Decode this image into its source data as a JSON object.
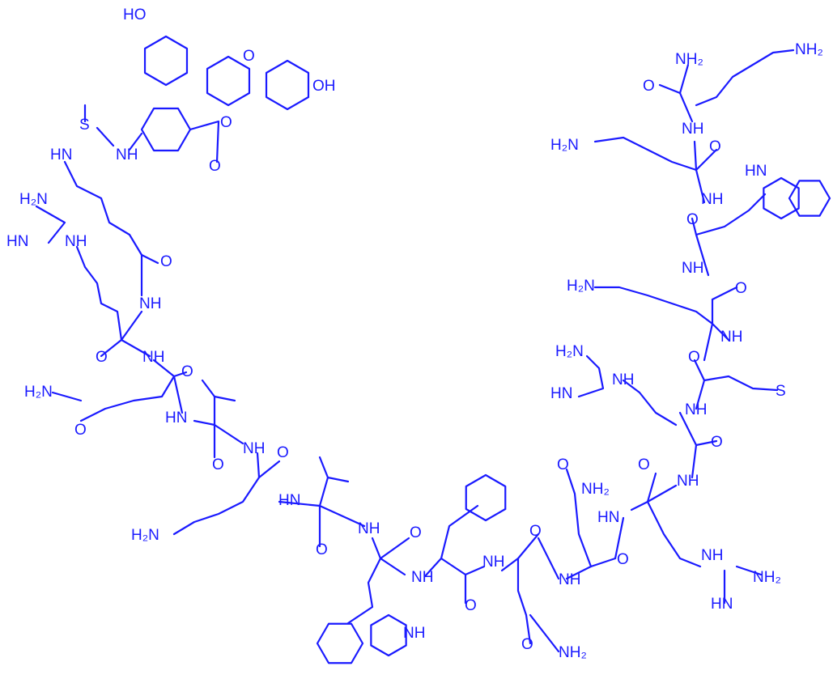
{
  "title": "Fluorescein-labeled peptide structure",
  "color": "#1a1aff",
  "atom_labels": [
    "HO",
    "O",
    "OH",
    "O",
    "O",
    "S",
    "HN",
    "NH",
    "H₂N",
    "HN",
    "NH",
    "O",
    "NH",
    "O",
    "NH",
    "O",
    "H₂N",
    "O",
    "HN",
    "O",
    "NH",
    "O",
    "HN",
    "H₂N",
    "O",
    "NH",
    "O",
    "NH",
    "O",
    "NH",
    "O",
    "NH",
    "O",
    "NH₂",
    "O",
    "HN",
    "O",
    "NH",
    "NH",
    "NH₂",
    "HN",
    "O",
    "NH₂",
    "NH",
    "H₂N",
    "HN",
    "NH",
    "O",
    "NH",
    "S",
    "O",
    "NH",
    "H₂N",
    "O",
    "NH",
    "O",
    "NH",
    "HN",
    "H₂N",
    "O",
    "NH",
    "O",
    "NH₂",
    "NH₂"
  ]
}
